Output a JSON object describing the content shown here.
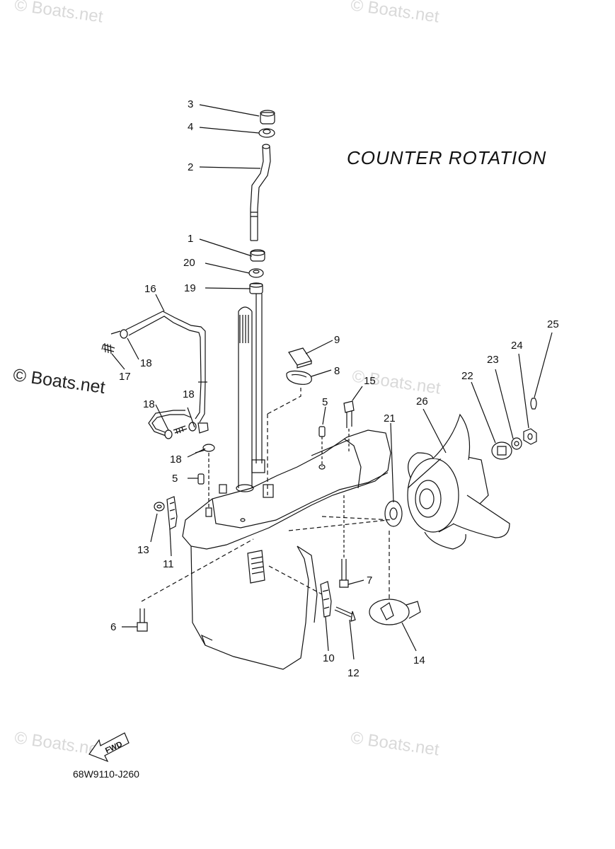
{
  "diagram": {
    "title": "COUNTER  ROTATION",
    "drawing_code": "68W9110-J260",
    "fwd_label": "FWD",
    "watermarks": [
      "© Boats.net",
      "© Boats.net",
      "© Boats.net",
      "© Boats.net",
      "© Boats.net",
      "© Boats.net"
    ],
    "callouts": {
      "c1": "1",
      "c2": "2",
      "c3": "3",
      "c4": "4",
      "c5a": "5",
      "c5b": "5",
      "c6": "6",
      "c7": "7",
      "c8": "8",
      "c9": "9",
      "c10": "10",
      "c11": "11",
      "c12": "12",
      "c13": "13",
      "c14": "14",
      "c15": "15",
      "c16": "16",
      "c17": "17",
      "c18a": "18",
      "c18b": "18",
      "c18c": "18",
      "c18d": "18",
      "c19": "19",
      "c20": "20",
      "c21": "21",
      "c22": "22",
      "c23": "23",
      "c24": "24",
      "c25": "25",
      "c26": "26"
    }
  }
}
